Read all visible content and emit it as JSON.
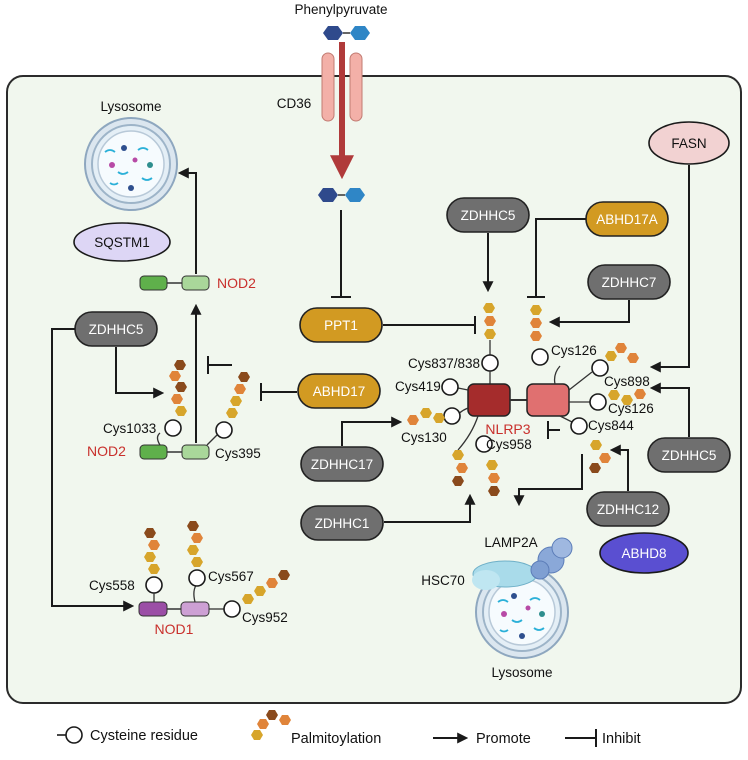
{
  "labels": {
    "phenylpyruvate": "Phenylpyruvate",
    "cd36": "CD36",
    "lysosome_top": "Lysosome",
    "lysosome_bottom": "Lysosome",
    "sqstm1": "SQSTM1",
    "nod2_top": "NOD2",
    "nod2_mid": "NOD2",
    "nod1": "NOD1",
    "nlrp3": "NLRP3",
    "lamp2a": "LAMP2A",
    "hsc70": "HSC70"
  },
  "enzymes": {
    "fasn": "FASN",
    "zdhhc5_top": "ZDHHC5",
    "abhd17a": "ABHD17A",
    "zdhhc7": "ZDHHC7",
    "ppt1": "PPT1",
    "zdhhc5_left": "ZDHHC5",
    "abhd17": "ABHD17",
    "zdhhc17": "ZDHHC17",
    "zdhhc1": "ZDHHC1",
    "zdhhc5_right": "ZDHHC5",
    "zdhhc12": "ZDHHC12",
    "abhd8": "ABHD8"
  },
  "cysteines": {
    "c1033": "Cys1033",
    "c395": "Cys395",
    "c558": "Cys558",
    "c567": "Cys567",
    "c952": "Cys952",
    "c837": "Cys837/838",
    "c419": "Cys419",
    "c130": "Cys130",
    "c958": "Cys958",
    "c126a": "Cys126",
    "c898": "Cys898",
    "c126b": "Cys126",
    "c844": "Cys844"
  },
  "legend": {
    "cysteine": "Cysteine residue",
    "palmitoylation": "Palmitoylation",
    "promote": "Promote",
    "inhibit": "Inhibit"
  },
  "colors": {
    "cell_fill": "#f1f7ee",
    "cell_border": "#2b2b2b",
    "zdhhc_fill": "#6f6f6f",
    "abhd_fill": "#d29a22",
    "abhd8_fill": "#5a4fd1",
    "fasn_fill": "#f2d2d2",
    "sqstm1_fill": "#ddd6f5",
    "arrow_red": "#b03a3a",
    "nlrp3_dark": "#a52c2c",
    "nlrp3_light": "#e07070",
    "nod2_dark": "#5fb04b",
    "nod2_light": "#a9d79a",
    "nod1_dark": "#9b4ea6",
    "nod1_light": "#cda0d4",
    "hex_dark": "#8a4a1c",
    "hex_orange": "#e0843a",
    "hex_gold": "#d7a52b",
    "ligand_dark": "#2f4a8c",
    "ligand_light": "#2f86c6"
  }
}
